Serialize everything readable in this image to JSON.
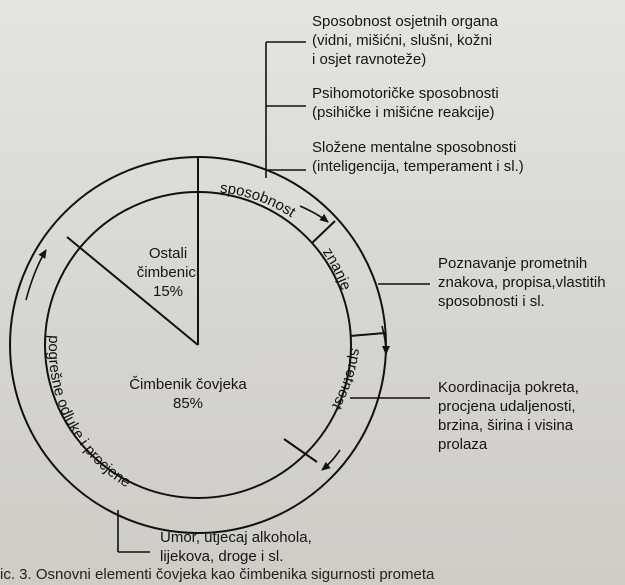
{
  "right_labels": {
    "senses": [
      "Sposobnost osjetnih organa",
      "(vidni, mišićni, slušni, kožni",
      "i osjet ravnoteže)"
    ],
    "psychomotor": [
      "Psihomotoričke sposobnosti",
      "(psihičke i mišićne reakcije)"
    ],
    "mental": [
      "Složene mentalne sposobnosti",
      "(inteligencija, temperament i sl.)"
    ],
    "knowledge": [
      "Poznavanje prometnih",
      "znakova, propisa,vlastitih",
      "sposobnosti i sl."
    ],
    "skill": [
      "Koordinacija pokreta,",
      "procjena udaljenosti,",
      "brzina, širina i visina",
      "prolaza"
    ]
  },
  "bottom_label": [
    "Umor, utjecaj alkohola,",
    "lijekova, droge i sl."
  ],
  "inner": {
    "other_factors": [
      "Ostali",
      "čimbenici",
      "15%"
    ],
    "human_factor": [
      "Čimbenik čovjeka",
      "85%"
    ]
  },
  "ring_labels": {
    "ability": "sposobnost",
    "knowledge": "znanje",
    "skill": "spretnost",
    "errors": "pogrešne odluke i procjene"
  },
  "caption": "ic. 3. Osnovni elementi čovjeka kao čimbenika sigurnosti prometa"
}
